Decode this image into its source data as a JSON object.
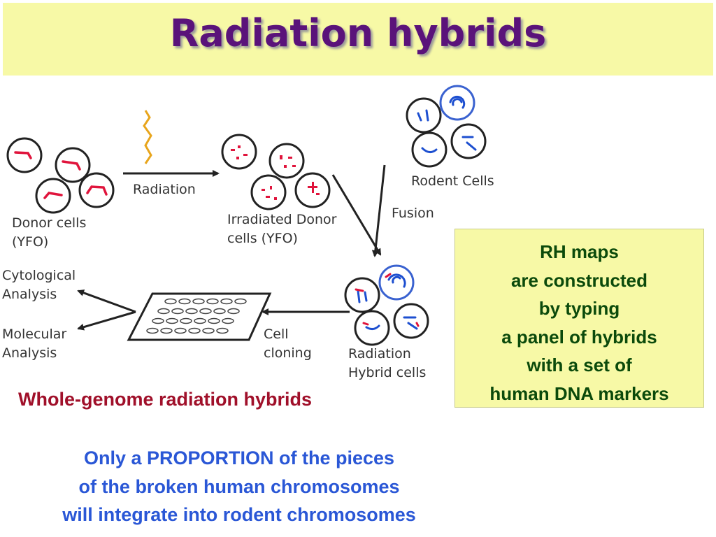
{
  "title": "Radiation hybrids",
  "diagram": {
    "donor_cells": [
      "Donor cells",
      "(YFO)"
    ],
    "radiation": "Radiation",
    "irradiated": [
      "Irradiated Donor",
      "cells (YFO)"
    ],
    "rodent_cells": "Rodent Cells",
    "fusion": "Fusion",
    "rh_cells": [
      "Radiation",
      "Hybrid cells"
    ],
    "cell_cloning": [
      "Cell",
      "cloning"
    ],
    "cytological": [
      "Cytological",
      "Analysis"
    ],
    "molecular": [
      "Molecular",
      "Analysis"
    ]
  },
  "info_box": [
    "RH maps",
    "are constructed",
    "by typing",
    "a panel of hybrids",
    "with a set of",
    "human DNA markers"
  ],
  "subtitle": "Whole-genome radiation hybrids",
  "note": [
    "Only a PROPORTION of the pieces",
    "of the broken human chromosomes",
    "will integrate into rodent chromosomes"
  ],
  "colors": {
    "title": "#5a137a",
    "panel": "#f7f9a6",
    "box_text": "#0b4a0b",
    "subtitle": "#a0102a",
    "note": "#2a57d6",
    "donor_chrom": "#e0143c",
    "rodent_chrom": "#1d4fd0"
  }
}
